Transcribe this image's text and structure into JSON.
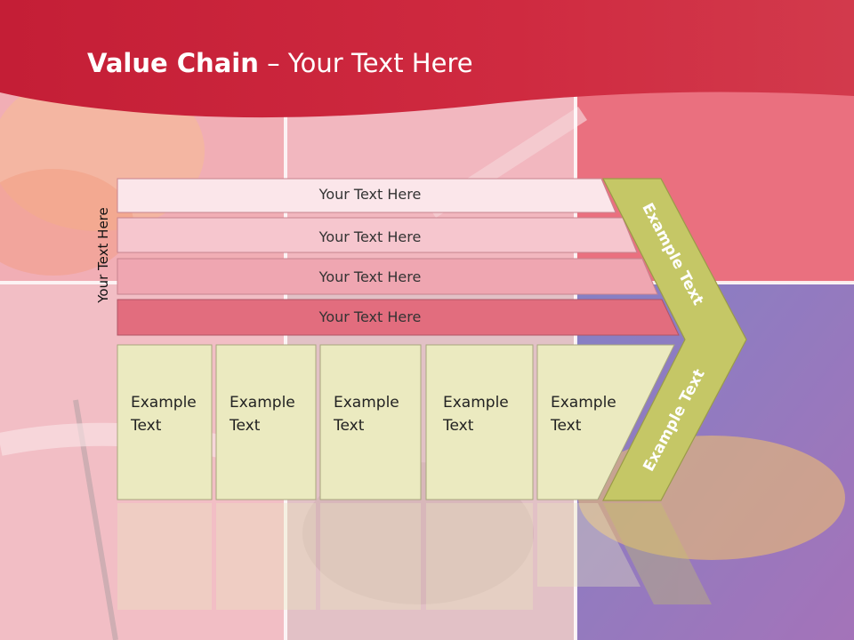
{
  "slide": {
    "title_bold": "Value Chain",
    "title_rest": " – Your Text Here",
    "side_label": "Your Text Here",
    "rows": [
      {
        "label": "Your Text Here",
        "color": "#fbe6ea"
      },
      {
        "label": "Your Text Here",
        "color": "#f6c6ce"
      },
      {
        "label": "Your Text Here",
        "color": "#efa6b1"
      },
      {
        "label": "Your Text Here",
        "color": "#e26d7e"
      }
    ],
    "boxes": [
      {
        "line1": "Example",
        "line2": "Text"
      },
      {
        "line1": "Example",
        "line2": "Text"
      },
      {
        "line1": "Example",
        "line2": "Text"
      },
      {
        "line1": "Example",
        "line2": "Text"
      },
      {
        "line1": "Example",
        "line2": "Text"
      }
    ],
    "arrow_top": "Example Text",
    "arrow_bottom": "Example Text"
  },
  "colors": {
    "header": "#c8213a",
    "box_fill": "#ebeac0",
    "arrow_fill": "#c5c766",
    "grid_line": "#ffffff"
  }
}
